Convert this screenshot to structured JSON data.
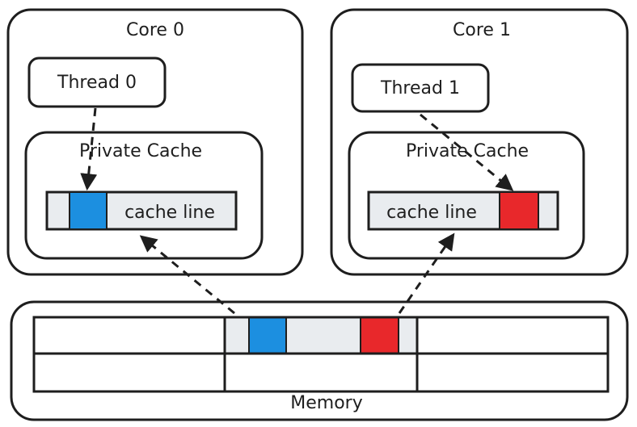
{
  "cores": [
    {
      "title": "Core 0",
      "thread_label": "Thread 0",
      "cache_title": "Private Cache",
      "cache_line_label": "cache line",
      "highlight_color": "#1c8fe0"
    },
    {
      "title": "Core 1",
      "thread_label": "Thread 1",
      "cache_title": "Private Cache",
      "cache_line_label": "cache line",
      "highlight_color": "#e8282b"
    }
  ],
  "memory": {
    "label": "Memory",
    "shared_line_fill": "#e9ecef",
    "blue": "#1c8fe0",
    "red": "#e8282b"
  }
}
